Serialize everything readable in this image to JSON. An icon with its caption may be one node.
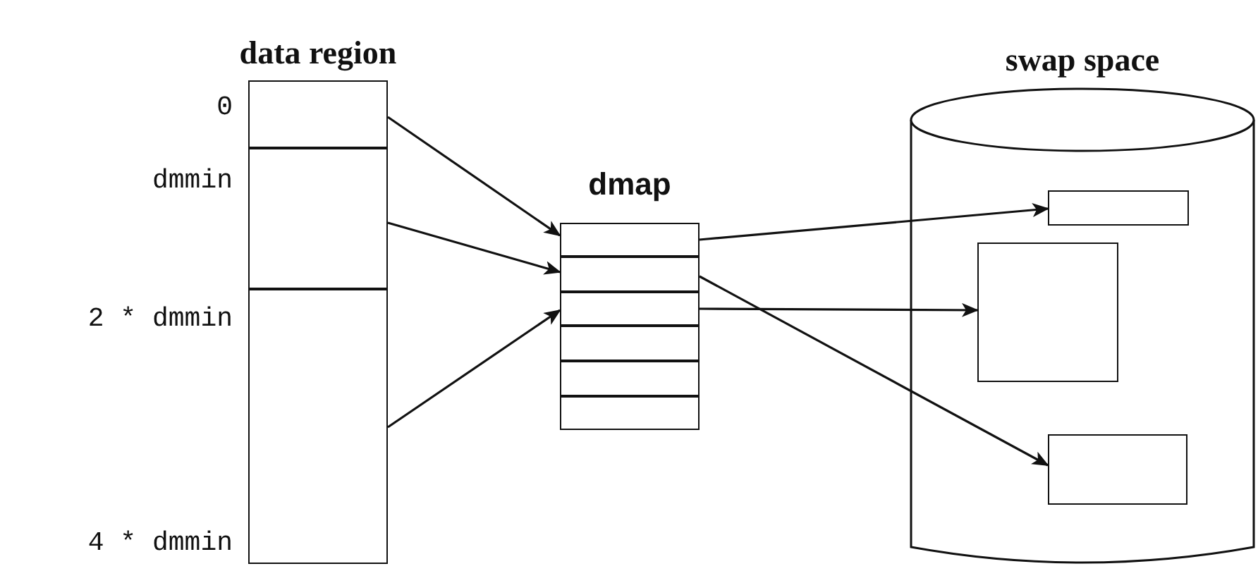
{
  "diagram": {
    "nodes": [
      {
        "text": [
          "data region"
        ]
      },
      {
        "text": [],
        "shape": "box",
        "in": 0
      },
      {
        "text": [],
        "shape": "box",
        "in": 0
      },
      {
        "text": [],
        "shape": "box",
        "in": 0
      },
      {
        "text": [
          "dmap"
        ]
      },
      {
        "text": [],
        "shape": "box",
        "in": 4
      },
      {
        "text": [],
        "shape": "box",
        "in": 4
      },
      {
        "text": [],
        "shape": "box",
        "in": 4
      },
      {
        "text": [],
        "shape": "box",
        "in": 4
      },
      {
        "text": [],
        "shape": "box",
        "in": 4
      },
      {
        "text": [],
        "shape": "box",
        "in": 4
      },
      {
        "text": [
          "swap space"
        ]
      },
      {
        "text": [],
        "shape": "box",
        "in": 11
      },
      {
        "text": [],
        "shape": "box",
        "in": 11
      },
      {
        "text": [],
        "shape": "box",
        "in": 11
      }
    ],
    "edges": [
      {
        "from": 1,
        "to": 5,
        "arrow": "to"
      },
      {
        "from": 2,
        "to": 6,
        "arrow": "to"
      },
      {
        "from": 3,
        "to": 7,
        "arrow": "to"
      },
      {
        "from": 5,
        "to": 12,
        "arrow": "to"
      },
      {
        "from": 7,
        "to": 13,
        "arrow": "to"
      },
      {
        "from": 6,
        "to": 14,
        "arrow": "to"
      }
    ],
    "labels": [
      "0",
      "dmmin",
      "2 * dmmin",
      "4 * dmmin"
    ]
  }
}
